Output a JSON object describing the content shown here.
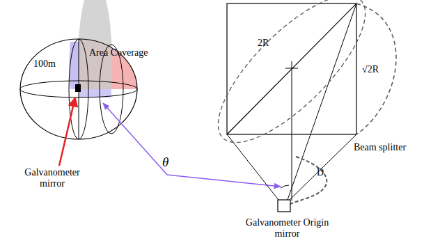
{
  "diagram": {
    "labels": [
      "100m",
      "Area Coverage",
      "Galvanometer mirror",
      "θ",
      "2R",
      "√2R",
      "Beam splitter",
      "D",
      "Galvanometer Origin mirror"
    ]
  }
}
